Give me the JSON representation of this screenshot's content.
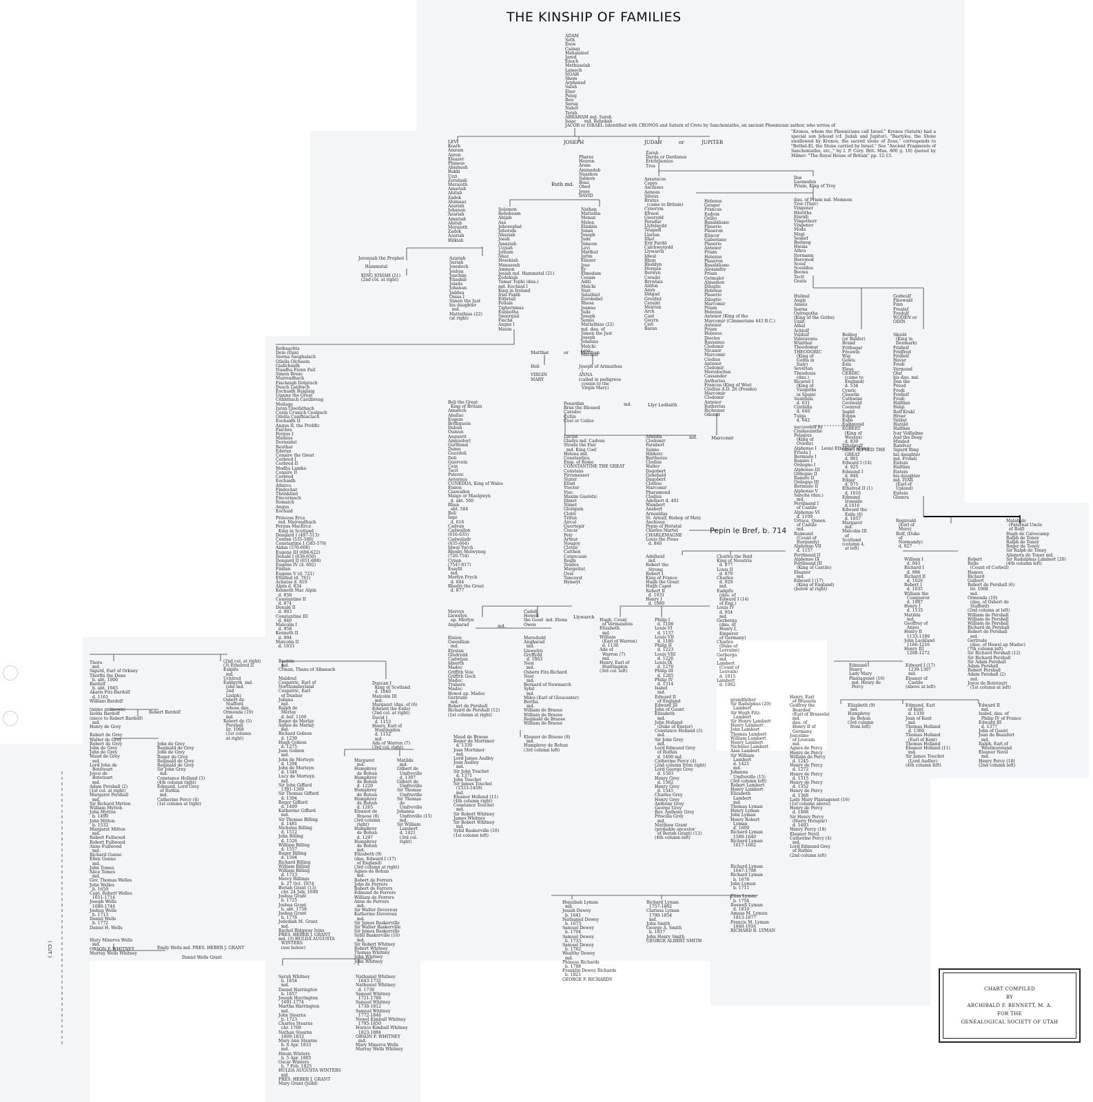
{
  "title": "THE KINSHIP OF FAMILIES",
  "columns": {
    "adam": "ADAM\nSeth\nEnos\nCainan\nMahalaleel\nJared\nEnoch\nMethuselah\nLamech\nNOAH\nShem\nArphaxad\nSalah\nEber\nPeleg\nReu\nSerug\nNahor\nTerah\nABRAHAM md. Sarah\nIsaac      md. Rebekah\nJACOB or ISRAEL (identified with CRONOS and Saturn of Crete by Sanchoniatho, an ancient Phoenician author, who writes of",
    "levi": "LEVI\nKoath\nAmram\nAaron\nEleazer\nPhineas\nAbishuah\nBukki\nUzzi\nZerahiah\nMeraioth\nAmariah\nAhitub\nZadok\nAhimaaz\nAzariah\nJohanan\nAzariah\nAmariah\nAhitub\nMeraioth\nZadok\nAzariah\nHilkiah",
    "pharez": "Pharez\nHezron\nAram\nAminadab\nNaashon\nSalmon\nBoaz\nObed\nJesse\nDAVID",
    "zarah": "Zarah\nDarda or Dardanus\nErichthonius\nTros",
    "assaracus": "Assaracus\nCapys\nAnchises\nAeneas\nSilvius\nBrutus\n  (came to Britain)\nCynorym\nEfraon\nGwerydd\nPeredur\nLlyfelnydd\nTeugadl\nLlarian\nIthel\nErir Fardd\nCalchwynydd\nLlywarch\nIdwal\nRhun\nBleddyn\nMorgan\nBerwyn\nCeraint\nBrywlais\nAlafon\nAnyn\nDingad\nGreidiol\nCeraint\nMeirion\nArch\nCaid\nGwyrn\nCeri\nBaran",
    "ilus": "Ilus\nLaomedon\nPriam, King of Troy",
    "helenus": "Helenus\nGenger\nFrancus\nEsdron\nGellio\nBasabiliano\nPlaserio\nPlaseron\nEliacor\nGaberiano\nPlaserio\nAntenor\nPriam\nHelenus\nPlaseron\nBasabiliano\nAlexandre\nPriam\nGetmalor\nAlmadion\nDilugtic\nHelenus\nPlaserio\nDilugtio\nMarcomir\nPriam\nHelenus\nAntenor (King of the\nMarcomir (Cimmerians 443 B.C.)\nAntenor\nPriam\nHelenus\nDiocles\nBassanus\nClodomir\nNicanor\nMarcomir\nClodius\nAntenor\nClodomir\nMerodochus\nCassander\nAntharius\nFrancus (King of West\nClodius A.D. 26 (Franks)\nMarcomir\nClodomir\nAntenor\nRatherius\nRichemer\nOdomir",
    "priam_dau": "dau. of Priam md. Memnon\nTror (Thor)\nVingener\nHloritha\nEinridi\nVingethorr\nVingener\nModa\nMagi\nSeskef\nBedweg\nHwala\nAthra\nItormann\nHeremod\nSceaf\nScealdea\nBeowa\nTectl\nGeata",
    "solomon": "Solomon\nRehoboam\nAbijah\nAsa\nJehosophat\nJehoram\nAhaziah\nJoash\nAmaziah\nUzziah\nJotham\nAhaz\nHezekiah\nManasseh\nAmmon\nJosiah md. Hammutal (21)\nZedekiah\nTamar Tephi (dau.)\nmd. Eochaid I\nKing in Ireland\nIrial Faidh\nEithriall\nFollain\nTighernmas\nEanbotha\nSmiorguil\nFiacha\nAngus I\nMaoin",
    "nathan": "Nathan\nMattatha\nMenan\nMelea\nEliakim\nJonan\nJoseph\nJuda\nSimeon\nLevi\nMatthat\nJorim\nEliezer\nJose\nEr\nElmodam\nCosam\nAddi\nMelchi\nNeri\nSalathiel\nZorobabel\nRhesa\nJoanna\nJuda\nJoseph\nSemei\nMattathias (22)\nmd. dau. of\nSimon the Just\nJoseph\nJohanna\nMelchi\nLevi\nMatthat",
    "azariah": "Azariah\nSeriah\nJosedech\nJeshua\nJoachim\nEliashib\nJoiada\nJohanan\nJaddua\nOnias I\nSimon the Just\nhis daughter\n  md.\nMattathias (22)\n(at right)",
    "jeremiah": "Jeremiah the Prophet\n        |\n     Hammutal\n        |\n  KING JOSIAH (21)\n  (2nd col. at right)",
    "irish": "Rothsachta\nDein (Dan)\nSiorna Saoghalach\nOilella Olchaoin\nGiallchaidh\nNuadha Fionn Fail\nSimon Breac\nMuireadhach\nFiachaigh Dolgrach\nDuach Laidrach\nEochaidh Buiglaig\nUgaine the Great\nCobhthach Caoilbreag\nMeilage\nIuran Gleofathach\nConla Cruaich Cealgach\nOilolla Caisfhiaclach\nEochaidh II\nAngus II, the Prolific\nFiachra\nFergus I\nMainius\nDornaidel\nReuthar\nEderun\nConaire the Great\nCorbred I\nCorbred II\nModha Lamha\nConaire II\nCorbred\nEochaidh\nAthirco\nFindochar\nThrinklind\nFincormach\nRomaich\nAngus\nEochaid",
    "scots": "Princess Erca\n  md. Muireadhach\nFergus MacErca\n  King in Scotland\nDongard I (497-513)\nConran (535-580)\nConstantine I (585-570)\nAidan (570-606)\nEugene III (606-622)\nDonald I (636-650)\nDongard II (651-688)\nEugene IV (d. 692)\nFindan\nEugene V (d. 721)\nEtlafind (d. 761)\nAchaius d. 819\nAlpin d. 834\nKenneth Mac Alpin\n  d. 858\nConstantine II\n  d. 874\nDonald II\n  d. 903\nConstantine III\n  d. 940\nMalcolm I\n  d. 958\nKenneth II\n  d. 994\nMalcolm II\n  d. 1033",
    "welsh": "Beli the Great\n  King of Britain\nAmalech\nAballac\nEugein\nBrithguein\nDubun\nOumun\nAnguerit\nAmguoloyt\nGurdumn\nDumn\nGuordoli\nDoli\nGuorcein\nCein\nTacit\nPaterni\nAeternus\nCUNEDDA, King of Wales\nEinion\nCaswallon\nMaigo or Maelgwyn\n  d. abt. 560\nRhun\n  abt. 584\nBeli\nIago\n  d. 616\nCadvan\nCadwallon\n(616-635)\nCadwaladr\n(635-664)\nIdwal Yurch\nRhodri Molwynog\n(720-754)\nCynan\n(754?-817)\nEsayllt\n  md.\nMerfyn Frych\n  d. 844\nRhodri the Great\n  d. 877",
    "lucius": "Lucius\nGladys md. Cadvan\nStrada the Fair\n  md. King Coel\nHelena md.\nConstantius,\nEmp. of Rome\nCONSTANTINE THE GREAT\nConstans\nPirrsmesser\nStater\nEllud\nYtector\nYtec\nMaxim Gueletic\nDimet\nNimet\nGloitguin\nClotri\nTrifun\nAircol\nGuortepir\nCincar\nPetr\nArthur\nNougoy\nCloten\nCatthen\nCatgocaun\nRegin\nTeudos\nMargetiut\nOvel\nTancoyst\nHymeyt",
    "athildis": "Athildis\nClodomir\nFarabert\nSunno\nHilderic\nBartherus\nClodius\nWalter\nDagobert\nGenebald\nDagobert\nClodius\nMarcomir\nPharamond\nClodius\nAdelbert d. 491\nWambert\nAnsbert\nArnoaldus\nSt. Arnulf, Bishop of Metz\nAnchisus\nPepin of Heristal\nCharles Martel\nCHARLEMAGNE\nLouis the Pious\n  d. 840",
    "hulmul": "Hulmul\nAugis\nAmala\nIsarna\nOstrogotha\n(King of the Goths)\nUnilt\nAthal\nAchiulf\nVulduif\nValeravans\nWinithar\nTheodomar\nTHEODORIC\n  (King of\n  Goths in\n  Italy)\nSeverian\nTheadosia\n  (dau.)\nRicared I\n  (King of\n  Visigoths\n  in Spain)\nSuinthila\n  d. 631\nCinthilla\n  d. 640\nTulga\n  d. 642",
    "godwulf": "Godwulf\nFleowald\nFinn\nFrealaf\nFredulf\nWODEN or\nODIN",
    "beldeg": "Beldeg\n(or Balder)\nBrand\nFrithogar\nFreawin\nWig\nGewis\nEsla\nElesa\nCERDIC\n  (came to\n  England)\n  d. 534\nCynric\nCeawlin\nCuthwine\nCeolwald\nCoenred\nIngild\nEoppa\nEaba\nEalhmund\nEGBERT\n  (King of\n  Wessex)\n  d. 839\nEthelwulf\n(dau.) ALFRED THE\n  GREAT\n  d. 901\nEdward I (14)\n  d. 925\nEdmund I\n  d. 946\nEdgar\n  d. 975\nEthelred II (1)\n  d. 1016\nEdmund\n  Ironside\n  d.1016\nEdward the\n  Exile (6)\n  d. 1057\nMargaret\n  md.\nMalcolm III\n  of\nScotland\n(column 4,\n  at left)",
    "skjold": "Skiold\n  (King in\n  Denmark)\nFridleif\nFridfrod\nFridleif\nHavar\nFrodi\nVermund\nOlaf\nhis dau. md.\nDan the\nProud\nFrodi\nFridleif\nFrodi\nHalfdan\nHelgi\nRolf Krakl\nHroar\nValdar\nHarald\nHalfdan\nIvar Vidfadme\nAud the Deep\nMinded\nRandver\nSigurd Ring\nhis daughter\nmd. Frondi\nEistein\nHalfdan\nEistein\nhis daughter\nmd. IVAR\n  (Earl of\n  Upland)\nEistein\nGlumra",
    "pelagius": "Pelagius\n  (King of\n  Oviedo)\nAlphonso I\nFruela I\nBermudo I\nRamiro I\nOrdogno I\nAlphonso III\nOrdogno II\nRamiro II\nOrdogno III\nBermudo II\nAlphonso V\nSancha (dau.)\n  md.\nFerdinand I\n  of Castile\nAlphonso VI\n  d. 1109\nUrraca, Queen\n  of Castile\n  md.\nRaimund\n  (Count of\n  Burgundy)\nAlphonso VII\n  d. 1157\nFerdinand II\nAlphonso IX\nFerdinand III\n  (King of Castile)\nEleanor\n  md.\nEdward I (17)\n  (King of England)\n(below at right)",
    "adelheid": "Adelheid\n  md.\nRobert the\n  Strong\nRobert I\nKing of France\nHugh the Great\nHugh Capet\nRobert II\n  d. 1031\nHenry I\n  d. 1060",
    "charles_bald": "Charles the Bald\nKing of Neustria\n  d. 877\nLouis II\n  d. 879\nCharles\n  d. 929\n  md.\nEadgifu\n  (dau. of\n  Edward I (14)\n  of Eng.)\nLouis IV\n  d. 954\n  md.\nGerberga\n  (dau. of\n  Henry I,\n  Emperor\n  of Germany)\nCharles\n  (Duke of\n  Lorraine)\nGerberga\n  md.\nLambert\n  (Count of\n  Louvain)\n  d. 1015\nLambert\n  d. 1062",
    "philip": "Philip I\n  d. 1108\nLouis VI\n  d. 1137\nLouis VII\n  d. 1180\nPhilip II\n  d. 1223\nLouis VIII\n  d. 1226\nLouis IX\n  d. 1270\nPhilip III\n  d. 1285\nPhilip IV\n  d. 1314\nIsabel\n  md.\nEdward II\n  of England\nEdward III\nJohn of Gaunt\nElizabeth\n  md.\nJohn Holland\n  (Duke of Exeter)\nConstance Holland (3)\n  md.\nSir John Grey\n  md.\nLord Edmund Grey\n  of Ruthin\n  d. 1490 md.\nCatherine Percy (4)\n(2nd column from right)\nLord George Grey\n  d. 1503\nHenry Grey\n  d. 1562\nHenry Grey\n  d. 1545\nCharles Grey\nHenry Grey\nAnthony Grey\nGeorge Grey\nRev. Anthony Grey\nPriscilla Grey\n  md.\nMatthew Grant\n(probable ancestor\n  of Berish Grant) (13)\n(4th column left)",
    "hugh_vermandois": "Hugh, Count\n  of Vermandois\nElizabeth\n  md.\nWilliam\n  (Earl of Warren)\n  d. 1138\nAda of\n  Warren (7)\n  md.\nHenry, Earl of\n  Huntingdon\n(3rd col. left)",
    "rognvald": "Rognvald\n  (Earl of\n  Mere)\nRolf, (Duke\n  of\n  Normandy)\n  d. 927",
    "malahule": "Malahule\n  (Paternal Uncle\n  of Rolf)\nHugh de Calvecamp\nRalph de Toney\nRalph de Toney\nRoger de Toney\nSir Ralph de Toney\nAlianora de Toney md.\nSir Radulphus Lambert (20)\n(4th column left)",
    "william_i": "William I\n  d. 943\nRichard I\n  d. 996\nRichard II\n  d. 1026\nRobert I\n  d. 1035\nWilliam the\n  Conqueror\n  d. 1087\nHenry I\n  d. 1135\nMatilda\n  md.\nGeoffrey of\n  Anjou\nHenry II\n  1133-1189\nJohn Lackland\n  1166-1216\nHenry III\n  1206-1272",
    "robert_rollo": "Robert\nRollo\n  (Count of Corbeil)\nHamon\nRichard\nGulbert\nRobert de Pershall (6)\n  liv. 1068\n  md.\nOrmonda (19)\n  (dau. of Osbert de\n  Stafford)\n(2nd column at left)\nWilliam de Pershall\nWilliam de Pershall\nWilliam de Pershall\nRichard de Pershall\nRobert de Pershall\n  md.\nGertrude\n  (dau. of Howel ap Madoc)\n(7th column left)\nSir Richard Pershall (12)\nSir Richard Pershall\nSir Adam Pershall\nAdam Pershall\nRobert Pershall\nAdam Pershall (2)\n  md.\nJoyce de Botetourt\n  (1st column at left)",
    "edmund_henry": "Edmund\nHenry\nLady Mary\nPlantagenet (16)\n  md. Henry de\n  Percy",
    "edward_i": "Edward I (17)\n  1239-1307\n  md.\nEleanor of\n  Castile\n(above at left)",
    "elizabeth9": "Elizabeth (9)\n  md.\nHumphrey\n  de Bohun\n(3rd column\n  from left)",
    "edmund_kent": "Edmund, Earl\n  of Kent\n  d. 1330\nJoan of Kent\n  md.\nThomas Holland\n  d. 1360\nThomas Holland\n  (Earl of Kent)\nThomas Holland\nEleanor Holland (11)\n  md.\nSir James Touchet\n  (Lord Audley)\n(4th column left)",
    "edward_ii": "Edward II\n  md.\nIsabel, dau. of\n  Philip IV of France\nEdward III\n  d. 1377\nJohn of Gaunt\nJoan de Beaufort\n  md.\nRalph, Earl of\n  Westmoreland\nEleanor Nevil\n  md.\nHenry Percy (18)\n(2nd column left)",
    "radulphus": "grandfather\nSir Radulphus (20)\n  Lambert\nSir Hugh Fitz-\n  Lambert\nSir Henry Lambert\nHenry Lambert\nJohn Lambert\nThomas Lambert\nWilliam Lambert\nHenry Lambert\nNicholas Lambert\nAlan Lambert\nSir William\n  Lambert\n  d. 1421\n  md.\nJohanna\n  Umfreville (15)\n(3rd column left)\nRobert Lambert\nHenry Lambert\nElizabeth\n  Lambert\n  md.\nThomas Lyman\nHenry Lyman\nJohn Lyman\nHenry Robert\n  Lyman\n  d. 1609\nRichard Lyman\n  1580-1640\nRichard Lyman\n  1617-1662",
    "henry_brussels": "Henry, Earl\n  of Brussels\nGodfrey the\n  Bearded\n  (Earl of Brussels)\n  md.\n  dau. of\n  Henry II of\n  Germany\nJosceline\n  of Louvain\n  md.\nAgnes de Percy\nHenry de Percy\nWilliam de Percy\n  d. 1245\nHenry de Percy\n  d. 1272\nHenry de Percy\n  d. 1315\nHenry de Percy\n  d. 1352\nHenry de Percy\n  d. 1368\nLady Mary Plantagenet (16)\n(1st column above)\nHenry de Percy\n  d. 1408\nSir Henry Percy\n  (Harry Hotspur)\n  d. 1403\nHenry Percy (18)\nEleanor Nevil\nCatherine Percy (4)\n  md.\nLord Edmund Grey\n  of Ruthin\n(2nd column left)",
    "lyman_right": "Richard Lyman\n  1647-1708\nRichard Lyman\n  b. 1678\nJohn Lyman\n  b. 1711\n\nElias Lyman\n  b. 1754\nRoswell Lyman\n  d. 1810\nAmasa M. Lyman\n  1813-1877\nFrancis M. Lyman\n  1840-1916\nRICHARD R. LYMAN",
    "dewey": "Hepzibah Lyman\n  md.\nJosiah Dewey\n  b. 1641\nNathaniel Dewey\n  b. 1673\nSamuel Dewey\n  b. 1704\nSamuel Dewey\n  b. 1733\nSamuel Dewey\n  b. 1762\nWealthy Dewey\n  md.\nPhineas Richards\n  b. 1788\nFranklin Dewey Richards\n  b. 1821\nGEORGE F. RICHARDS",
    "smith": "Richard Lyman\n  1757-1802\nClarissa Lyman\n  1790-1854\n  md.\nJohn Smith\nGeorge A. Smith\n  b. 1817\nJohn Henry Smith\nGEORGE ALBERT SMITH",
    "thora": "Thora\n  md.\nSigurd, Earl of Orkney\nThorfin the Dane\n  b. abt. 1000\nBardolf\n  b. abt. 1045\nAkaris Fitz-Bardolf\n  d. 1161\nWilliam Bardolf\n\n(name unknown)\nIsolda Bardolf\n(niece to Robert Bardolf)\n  md.\nHenry de Grey\n\nRobert de Grey\nWalter de Grey\nRobert de Grey\nJohn de Grey\nJohn de Grey\nMaud de Grey\n  md.\nLord John de\n  Botetourt\nJoyce de\n  Botetourt\n  md.\nAdam Pershall (2)\n(1st col. at right)\nMargaret Pershall\n  md.\nSir Richard Mytton\nWilliam Mytton\nJohn Mytton\n  b. 1490\nJohn Mitton\n  b. 1532\nMargaret Mitton\n  md.\nRobert Fullwood\nRobert Fullwood\nAnne Fullwood\n  md.\nRichard Gunne\nEllen Gunne\n  md.\nJohn Tomes\nAlice Tomes\n  md.\nGov. Thomas Welles\nJohn Welles\n  b. 1659\nCapt. Robert Welles\n  1651-1714\nJoseph Wells\n  1680-1744\nJoshua Wells\n  b. 1713\nDaniel Wells\n  b. 1772\nDaniel H. Wells\n\n\nMary Minerva Wells\n  md.\nORSON F. WHITNEY\nMurray Wells Whitney",
    "robert_bardolf": "Robert Bardolf",
    "john_grey": "John de Grey\nReginald de Grey\nJohn de Grey\nRoger de Grey\nReginald de Grey\nReginald de Grey\nSir John Grey\n  md.\nConstance Holland (3)\n(4th column right)\nEdmund, Lord Grey\n  of Ruthin\n  md.\nCatherine Percy (4)\n(1st column at right)",
    "ethelred": "(2nd col. at right)\n(3) Ethelred II\nEalgifu\n  md.\nUchtred\nEaldgyth  md.\n  (she md.\n  2nd\n  Liulph)\nOsbert de\n  Stafford\n  whose dau.\nOrmonda (19)\n  md.\nRobert de (5)\n  Pershall\n  liv. 1068\n  (1st column\n  at right)",
    "beatrix": "Beatrix\n  md.\nCrinan, Thane of Albanach\n\nMaldred\nCospatric, Earl of\nNorthumberland\nCospatric, Earl\n  of Dunbar\nJuliana\n  md.\nRalph de\n  Merlay\n  d. bef. 1160\nRoger de Merlay\nAgnes de Merlay\n  md.\nRichard Gobion\n  d. 1230\nHugh Gobion\n  d. 1275\nJoan Gobion\n  md.\nJohn de Morteyn\n  d. 1294\nJohn de Morteyn\n  d. 1346\nLucy de Morteyn\n  md.\nSir John Giffard\n  1301-1369\nSir Thomas Giffard\n  d. 1394\nRoger Giffard\n  d. 1409\nKatherine Giffard\n  md.\nSir Thomas Billing\n  d. 1481\nNicholas Billing\n  d. 1512\nJohn Billing\n  d. 1526\nWilliam Billing\n  d. 1557\nRoger Billing\n  d. 1594\nRichard Billing\nWilliam Billing\nWilliam Billing\n  d. 1713\nMercy Billings\n  b. 27 Oct. 1674\nBeriah Grant (13)\n  chr. 24 July, 1698\nJoshua Grant\n  b. 1725\nJoshua Grant\n  b. abt. 1758\nJoshua Grant\n  b. 1776\nJedediah M. Grant\n  md.\nRachel Ridgway Ivins\nPRES. HEBER J. GRANT\nmd. (3) HULDA AUGUSTA\n  WINTERS\n  (see below)",
    "duncan": "Duncan I\n  King of Scotland\n  d. 1040\nMalcolm III\n  md.\nMargaret (dau. of (6)\nEdward the Exile)\n(2nd col. at right)\nDavid I\n  d. 1153\nHenry, Earl of\n  Huntingdon\n  d. 1152\n  md.\nAda of Warren (7)\n(3rd col. right)",
    "margaret_bohun": "Margaret\n  md.\nHumphrey\n  de Bohun\nHumphrey\n  de Bohun\n  d. 1220\nHumphrey\n  de Bohun\nHumphrey\n  de Bohun\n  d. 1265\nEleanor de\n  Braose (8)\n(3rd column\n  right)\nHumphrey\n  de Bohun\n  d. 1297\nHumphrey\n  de Bohun\n  md.\nElizabeth (9)\n(dau. Edward I (17)\n  of England)\n(3rd column at right)\nAgnes de Bohun\n  md.\nRobert de Ferrers\nJohn de Ferrers\nRobert de Ferrers\nEdmund de Ferrers\nWilliam de Ferrers\nAnne de Ferrers\n  md.\nSir Walter Devereux\nKatherine Devereux\n  md.\nSir James Baskerville\nSir Walter Baskerville\nSir James Baskerville\nSybil Baskerville (10)\n  md.\nSir Robert Whitney\nRobert Whitney\nThomas Whitney\nJohn Whitney\nJohn Whitney",
    "matilda": "Matilda\n  md.\nGilbert de\n  Umfreville\n  d. 1307\nGilbert de\n  Umfreville\nSir Thomas\n  Umfreville\nSir Thomas\n  de\n  Umfreville\nJohanna\n  Umfreville (15)\n  md.\nSir William\n  Lambert\n  d. 1421\n  (3rd col.\n  right)",
    "sarah_whitney": "Sarah Whitney\n  b. 1654\n  md.\nDaniel Harrington\n  b. 1657\nJoseph Harrington\n  1691-1774\nMartha Harrington\n  md.\nJohn Stearns\n  b. 1723\nCharles Stearns\n  chr. 1769\nNathan Stearns\n  1809-1833\nMary Ann Stearns\n  b. 6 Apr. 1833\n  md.\nHiram Winters\n  b. 5 Apr. 1805\nOscar Winters\n  b. 7 Feb. 1825\nHULDA AUGUSTA WINTERS\n  md.\nPRES. HEBER J. GRANT\nMary Grant (Judd)",
    "nathaniel_whitney": "Nathaniel Whitney\n  1643-1732\nNathaniel Whitney\n  d. 1730\nSamuel Whitney\n  1721-1788\nSamuel Whitney\n  1730-1812\nSamuel Whitney\n  1772-1846\nNewel Kimball Whitney\n  1795-1850\nHorace Kimball Whitney\n  1823-1884\nORSON F. WHITNEY\n  md.\nMary Minerva Wells\nMurray Wells Whitney",
    "merfyn": "Mervyn\nLlewelyn\n  ap. Merfyn\nAngharad",
    "cadell": "Cadell\nHowell\nthe Good  md. Elena\nOwen",
    "einion": "Einion\nGwenllian\n  md.\nElystan\nGlodrydd\nCadwgan\nIdnerth\nMadoc\nGriffith Voie\nGriffith Goch\nMadoc\nTraharn\nMadoc\nHowel ap. Madoc\nGertrude\n  md.\nRobert de Pershall\nRichard de Pershall (12)\n(1st column at right)",
    "maredudd": "Maredudd\nAngharad\n  md.\nLlewelyn\nGryffydd\n  d. 1063\nNest\n  md.\nOsbern Fitz-Richard\nNest\n  md.\nBernard of Newmarch\nSybil\n  md.\nMiles (Earl of Gloucester)\nBertha\n  md.\nWilliam de Braose\nWilliam de Braose\nReginald de Braose\nWilliam de Braose",
    "maud_braose": "Maud de Braose\nRoger de Mortimer\n  d. 1330\nJoan Mortimer\n  md.\nLord James Audley\nJoan Audley\n  md.\nSir John Touchet\n  d. 1371\nJohn Touchet\nSir James Touchet\n  (1333-1459)\n  md.\nEleanor Holland (11)\n(4th column right)\nConstance Touchet\n  md.\nSir Robert Whitney\nJames Whitney\nSir Robert Whitney\n  md.\nSybil Baskerville (10)\n(1st column left)",
    "eleanor_braose": "Eleanor de Braose (8)\n  md.\nHumphrey de Bohun\n(3rd column left)",
    "pinned_jacob_note": "\"Kronos, whom the Phoenicians call Israel.\" Kronos (Saturn) had a special son Jehoud (cf. Judah and Jupiter). \"Baetylos, the Stone swallowed by Kronos, the sacred stone of Zeus,\" corresponds to \"Bethel-El, the Stone carried by Israel.\" See \"Ancient Fragments of Sanchoniatho, etc.,\" by I. P. Cory. Brit. Mus. 800 g. 10) quoted by Milner: \"The Royal House of Britain\" pp. 12-13.",
    "heli": "Heli\n\nVIRGIN\nMARY",
    "joseph_arimathea": "Joseph of Arimathea\n  |\nANNA\n(called in pedigrees\n  cousin to the\n  Virgin Mary)",
    "penardim": "Penardim\nBran the Blessed\nCaradoc\nCyllin\nCoel or Coilus",
    "llywarch": "Llywarch"
  },
  "labels": {
    "joseph": "JOSEPH",
    "judah": "JUDAH",
    "or1": "or",
    "jupiter": "JUPITER",
    "ruth": "Ruth md.",
    "matthat": "Matthat",
    "or2": "or",
    "matthan": "Matthan",
    "md_llyr": "md.",
    "llyr": "Llyr Lediaith",
    "marcomir": "Marcomir",
    "md_athildis": "md.",
    "pepin": "Pepin le Bref, b. 714",
    "succeeded": "succeeded by\nCindasuinthe",
    "leon": "Leon) Ethelwulf\n(dau.)",
    "md_cadell": "md.",
    "emily_wells": "Emily Wells md. PRES. HEBER J. GRANT",
    "daniel_wells_grant": "Daniel Wells Grant"
  },
  "credit": {
    "line1": "CHART COMPILED",
    "line2": "BY",
    "line3": "ARCHIBALD F. BENNETT, M. A.",
    "line4": "FOR THE",
    "line5": "GENEALOGICAL SOCIETY OF UTAH"
  },
  "cut": "( CUT )"
}
